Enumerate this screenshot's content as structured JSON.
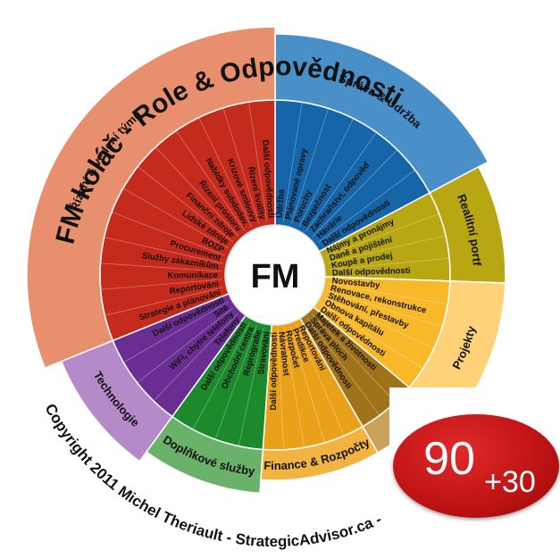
{
  "title": "FM koláč - Role & Odpovědnosti",
  "center_label": "FM",
  "copyright": "Copyright 2011 Michel Theriault - StrategicAdvisor.ca - ",
  "badge": {
    "main": "90",
    "sub": "+30"
  },
  "sectors": [
    {
      "name": "Správa & Údržba",
      "color": "#1565a8",
      "band": "#4a90c8",
      "items": [
        "Údržba",
        "Plánované opravy",
        "Poruchy",
        "Bezpečnost",
        "Zachraňstvi, odpověď",
        "Havárie",
        "Další odpovědnosti"
      ]
    },
    {
      "name": "Realitní portf",
      "color": "#b8a612",
      "band": "#b8a612",
      "items": [
        "Nájmy a pronájmy",
        "Daně a pojištění",
        "Koupě a prodej",
        "Další odpovědnosti"
      ]
    },
    {
      "name": "Projekty",
      "color": "#f7b82a",
      "band": "#ffd27a",
      "items": [
        "Novostavby",
        "Renovace, rekonstrukce",
        "Stěhování, přestavby",
        "Obnova kapitálu",
        "Další odpovědnosti"
      ]
    },
    {
      "name": "",
      "color": "#a0721a",
      "band": "#c9a35c",
      "items": [
        "Majetek a životnosti",
        "Správa ploch",
        "Další odpovědnosti"
      ]
    },
    {
      "name": "Finance & Rozpočty",
      "color": "#eaa11a",
      "band": "#f3b340",
      "items": [
        "Reportování",
        "Predikce",
        "Rozpočet",
        "Návratnost",
        "Další odpovědnosti"
      ]
    },
    {
      "name": "Doplňkové služby",
      "color": "#1c8a2c",
      "band": "#6ab26a",
      "items": [
        "Stravování",
        "Reprografie",
        "Obchodní centra",
        "Další odpovědnosti"
      ]
    },
    {
      "name": "Technologie",
      "color": "#6a2e92",
      "band": "#b58ac8",
      "items": [
        "Telefony",
        "WiFi, chytré telefony",
        "Sítě",
        "Další odpovědnosti"
      ]
    },
    {
      "name": "Řízení & vedení týmů",
      "color": "#c42b1c",
      "band": "#e8906e",
      "items": [
        "Strategie a plánování",
        "Reportování",
        "Komunikace",
        "Služby zákazníkům",
        "Procurement",
        "BOZP",
        "Lidské zdroje",
        "Finanční zdroje",
        "Řízení prostoru",
        "Nabídky subdodav.",
        "Krizové smlouvy",
        "Řízení kvality",
        "Další odpovědnosti"
      ]
    }
  ],
  "colors": {
    "background": "#ffffff",
    "center_fill": "#ffffff",
    "title": "#111111",
    "badge": "#c41616"
  }
}
